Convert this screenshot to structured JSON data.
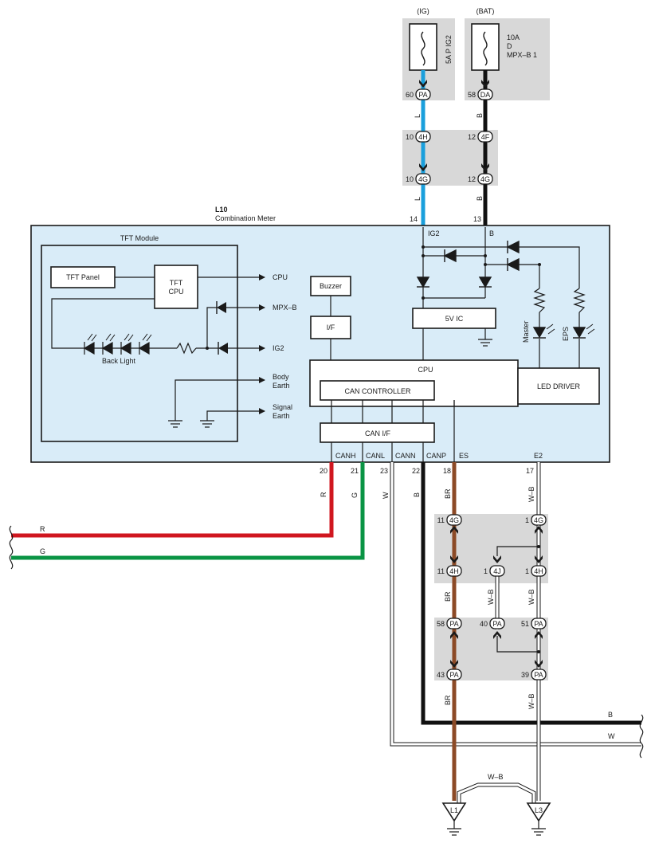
{
  "colors": {
    "L": "#1a9fdc",
    "B": "#111111",
    "R": "#d0161f",
    "G": "#0a9444",
    "BR": "#8c4a26",
    "module_fill": "#d9ecf8",
    "block_fill": "#d8d8d8"
  },
  "supply": {
    "ig": {
      "source": "(IG)",
      "fuse_label": "5A P IG2",
      "pin": "60",
      "connector": "PA"
    },
    "bat": {
      "source": "(BAT)",
      "fuse_amp": "10A",
      "fuse_d": "D",
      "fuse_name": "MPX–B 1",
      "pin": "58",
      "connector": "DA"
    }
  },
  "junction_upper": {
    "left_top": {
      "pin": "10",
      "connector": "4H"
    },
    "right_top": {
      "pin": "12",
      "connector": "4F"
    },
    "left_bottom": {
      "pin": "10",
      "connector": "4G"
    },
    "right_bottom": {
      "pin": "12",
      "connector": "4G"
    }
  },
  "wire_colors": {
    "l": "L",
    "b": "B",
    "r": "R",
    "g": "G",
    "w": "W",
    "br": "BR",
    "wb": "W–B"
  },
  "meter": {
    "id": "L10",
    "name": "Combination Meter",
    "pin_ig2": "14",
    "pin_b": "13",
    "label_ig2": "IG2",
    "label_b": "B",
    "tft_module": {
      "title": "TFT Module",
      "tft_panel": "TFT Panel",
      "tft_cpu_1": "TFT",
      "tft_cpu_2": "CPU",
      "back_light": "Back Light",
      "out_cpu": "CPU",
      "out_mpxb": "MPX–B",
      "out_ig2": "IG2",
      "body_earth_1": "Body",
      "body_earth_2": "Earth",
      "signal_earth_1": "Signal",
      "signal_earth_2": "Earth"
    },
    "buzzer": "Buzzer",
    "if": "I/F",
    "ic5v": "5V IC",
    "cpu": "CPU",
    "can_controller": "CAN CONTROLLER",
    "can_if": "CAN I/F",
    "led_driver": "LED DRIVER",
    "led_master": "Master",
    "led_eps": "EPS",
    "terminals": [
      {
        "label": "CANH",
        "pin": "20"
      },
      {
        "label": "CANL",
        "pin": "21"
      },
      {
        "label": "CANN",
        "pin": "23"
      },
      {
        "label": "CANP",
        "pin": "22"
      },
      {
        "label": "ES",
        "pin": "18"
      },
      {
        "label": "E2",
        "pin": "17"
      }
    ]
  },
  "junction_lower": {
    "a_left": {
      "pin": "11",
      "connector": "4G"
    },
    "a_right": {
      "pin": "1",
      "connector": "4G"
    },
    "b_left": {
      "pin": "11",
      "connector": "4H"
    },
    "b_mid": {
      "pin": "1",
      "connector": "4J"
    },
    "b_right": {
      "pin": "1",
      "connector": "4H"
    },
    "c_left": {
      "pin": "58",
      "connector": "PA"
    },
    "c_mid": {
      "pin": "40",
      "connector": "PA"
    },
    "c_right": {
      "pin": "51",
      "connector": "PA"
    },
    "d_left": {
      "pin": "43",
      "connector": "PA"
    },
    "d_right": {
      "pin": "39",
      "connector": "PA"
    }
  },
  "grounds": {
    "l1": "L1",
    "l3": "L3"
  }
}
